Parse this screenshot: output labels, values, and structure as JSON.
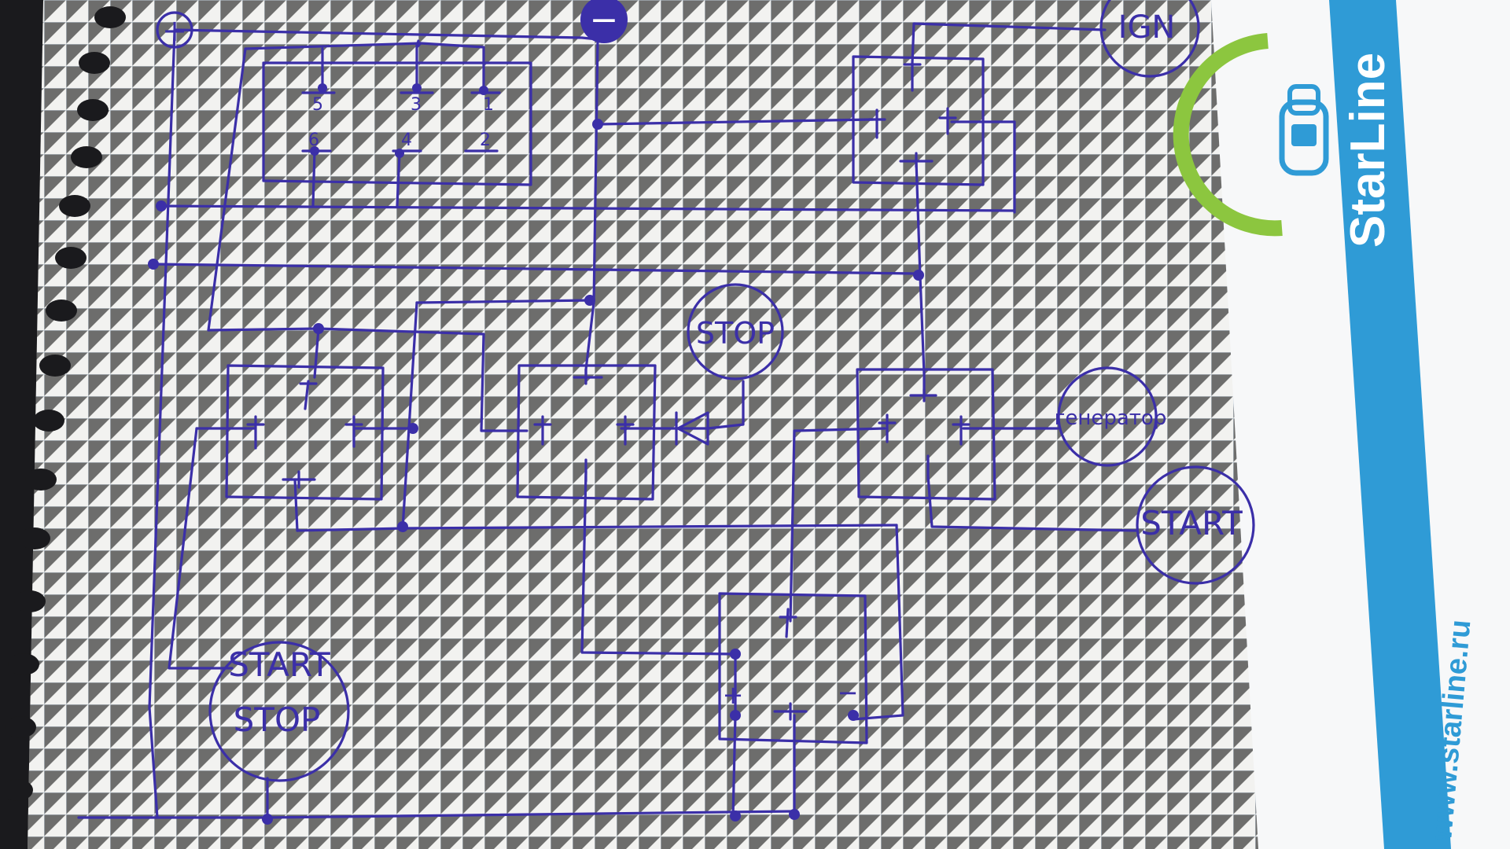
{
  "colors": {
    "ink": "#3b2fa8",
    "paper": "#f2f2f0",
    "grid": "#9fb3c8",
    "brand_blue": "#2f9bd6",
    "brand_green": "#8cc63f"
  },
  "terminals": {
    "plus": "+",
    "minus": "−",
    "ign": "IGN",
    "stop": "STOP",
    "generator": "генератор",
    "start": "START",
    "start_stop_line1": "START",
    "start_stop_line2": "STOP"
  },
  "module_pins": {
    "p5": "5",
    "p3": "3",
    "p1": "1",
    "p6": "6",
    "p4": "4",
    "p2": "2"
  },
  "bottom_block": {
    "plus": "+",
    "minus": "−"
  },
  "brand": {
    "name": "StarLine",
    "url": "www.starline.ru"
  }
}
